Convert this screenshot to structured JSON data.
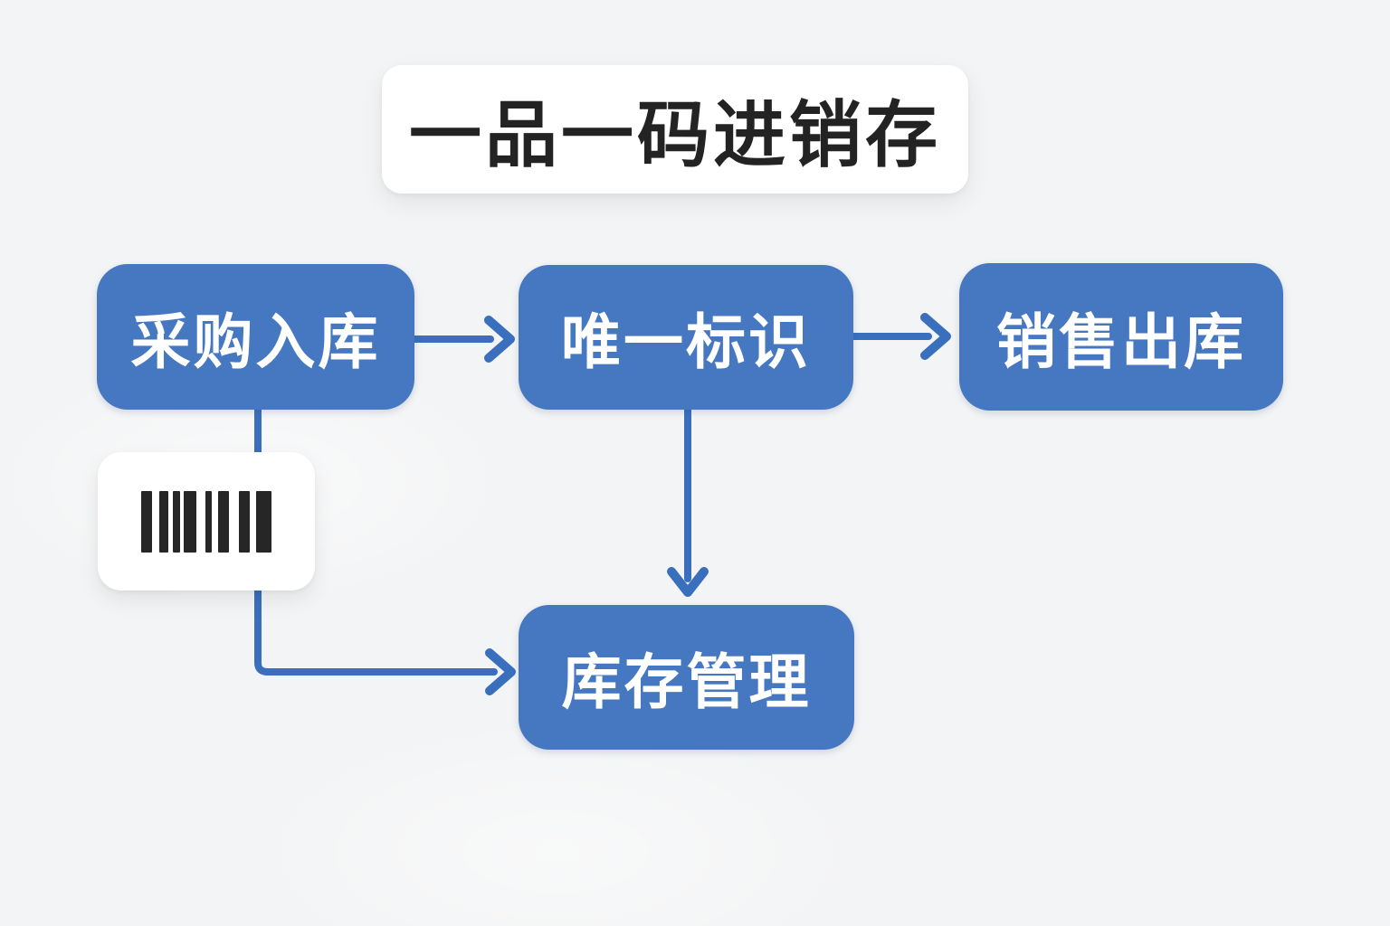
{
  "title": {
    "text": "一品一码进销存"
  },
  "nodes": [
    {
      "id": "purchase-inbound",
      "label": "采购入库"
    },
    {
      "id": "unique-identifier",
      "label": "唯一标识"
    },
    {
      "id": "sales-outbound",
      "label": "销售出库"
    },
    {
      "id": "inventory-management",
      "label": "库存管理"
    }
  ],
  "connections": [
    {
      "from": "采购入库",
      "to": "唯一标识",
      "style": "straight-right-arrow"
    },
    {
      "from": "唯一标识",
      "to": "销售出库",
      "style": "straight-right-arrow"
    },
    {
      "from": "唯一标识",
      "to": "库存管理",
      "style": "straight-down-arrow"
    },
    {
      "from": "采购入库",
      "to": "库存管理",
      "style": "elbow-down-right-arrow"
    }
  ],
  "barcode": {
    "icon": "barcode-icon",
    "bars": [
      [
        12,
        8
      ],
      [
        10,
        5
      ],
      [
        8,
        4
      ],
      [
        14,
        10
      ],
      [
        7,
        7
      ],
      [
        12,
        11
      ],
      [
        12,
        7
      ],
      [
        17,
        0
      ]
    ]
  },
  "colors": {
    "background": "#f3f4f5",
    "card_bg": "#ffffff",
    "title_text": "#232323",
    "node_fill": "#4678c2",
    "node_text": "#ffffff",
    "arrow": "#3a6fbe",
    "barcode_bar": "#262626"
  }
}
